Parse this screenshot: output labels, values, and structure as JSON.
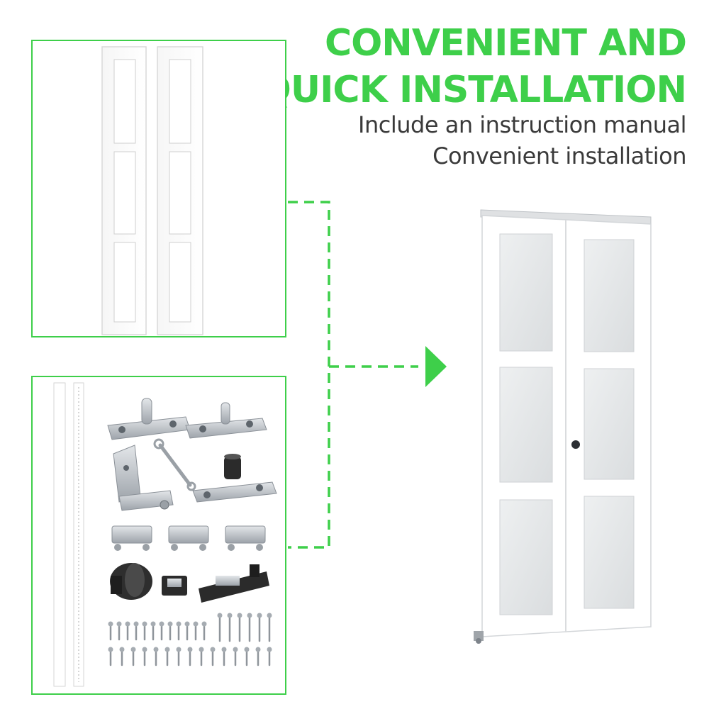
{
  "header": {
    "title_line1": "CONVENIENT AND",
    "title_line2": "QUICK INSTALLATION",
    "subtitle_line1": "Include an instruction manual",
    "subtitle_line2": "Convenient installation"
  },
  "colors": {
    "accent": "#3ecf4a",
    "text": "#3a3a3a",
    "door": "#ffffff",
    "glass": "#e6e8ea",
    "metal": "#b9bec4"
  },
  "icons": [
    "door-panel-icon",
    "track-rail-icon",
    "hinge-plate-icon",
    "bracket-icon",
    "wrench-icon",
    "pivot-plate-icon",
    "roller-icon",
    "knob-icon",
    "screw-icon",
    "arrow-right-icon",
    "assembled-door-icon"
  ]
}
